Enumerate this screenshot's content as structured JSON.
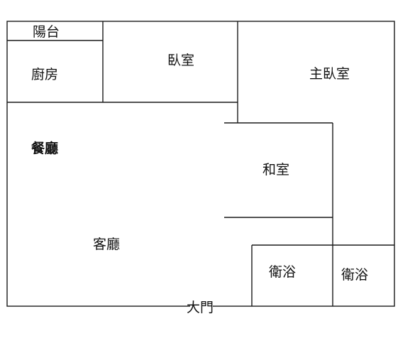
{
  "floor_plan": {
    "rooms": {
      "balcony": "陽台",
      "kitchen": "廚房",
      "bedroom": "臥室",
      "master_bedroom": "主臥室",
      "dining": "餐廳",
      "japanese_room": "和室",
      "living_room": "客廳",
      "bathroom_1": "衛浴",
      "bathroom_2": "衛浴"
    },
    "entrance": "大門"
  },
  "colors": {
    "wall": "#1a1a1a",
    "background": "#ffffff",
    "text": "#111111"
  }
}
